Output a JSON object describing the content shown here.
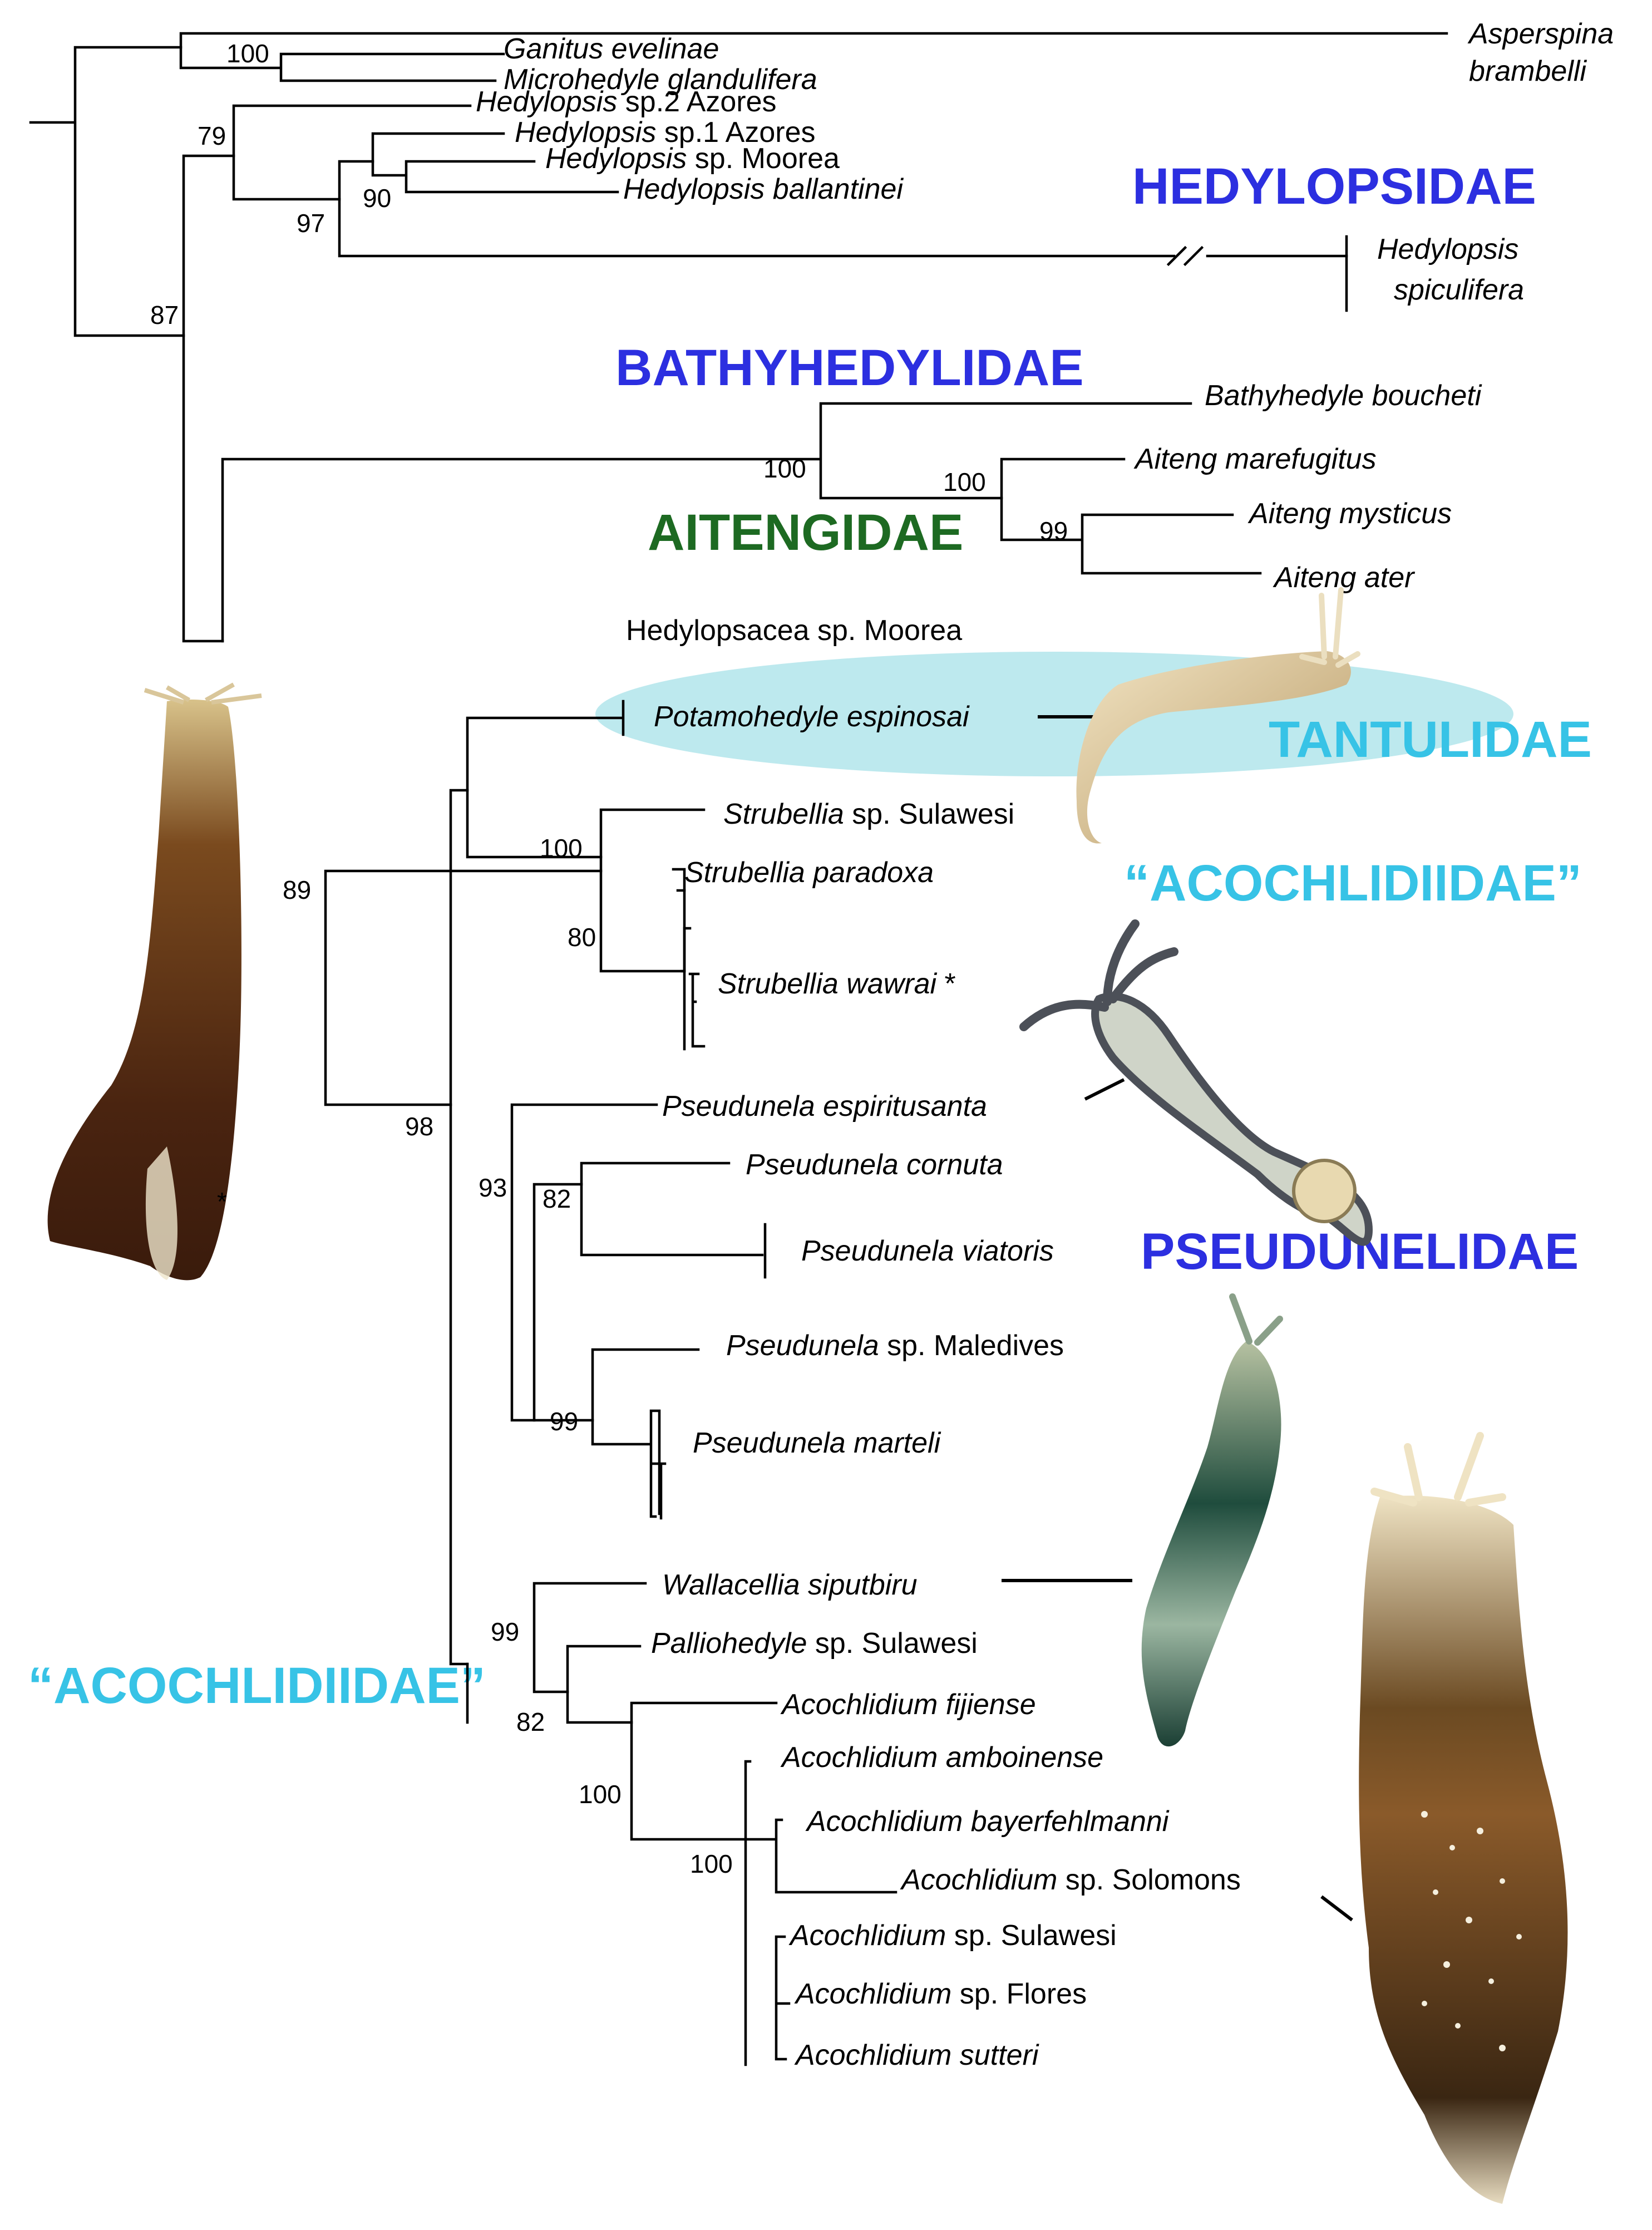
{
  "taxa": [
    {
      "id": "asperspina",
      "parts": [
        {
          "t": "Asperspina",
          "i": true
        }
      ]
    },
    {
      "id": "asperspina2",
      "parts": [
        {
          "t": "brambelli",
          "i": true
        }
      ]
    },
    {
      "id": "ganitus",
      "parts": [
        {
          "t": "Ganitus evelinae",
          "i": true
        }
      ]
    },
    {
      "id": "microhedyle",
      "parts": [
        {
          "t": "Microhedyle glandulifera",
          "i": true
        }
      ]
    },
    {
      "id": "hsp2",
      "parts": [
        {
          "t": "Hedylopsis",
          "i": true
        },
        {
          "t": " sp.2 Azores",
          "i": false
        }
      ]
    },
    {
      "id": "hsp1",
      "parts": [
        {
          "t": "Hedylopsis",
          "i": true
        },
        {
          "t": " sp.1 Azores",
          "i": false
        }
      ]
    },
    {
      "id": "hmoorea",
      "parts": [
        {
          "t": "Hedylopsis",
          "i": true
        },
        {
          "t": " sp. Moorea",
          "i": false
        }
      ]
    },
    {
      "id": "hballantinei",
      "parts": [
        {
          "t": "Hedylopsis ballantinei",
          "i": true
        }
      ]
    },
    {
      "id": "hspiculifera",
      "parts": [
        {
          "t": "Hedylopsis",
          "i": true
        }
      ]
    },
    {
      "id": "hspiculifera2",
      "parts": [
        {
          "t": "spiculifera",
          "i": true
        }
      ]
    },
    {
      "id": "bathyhedyle",
      "parts": [
        {
          "t": "Bathyhedyle boucheti",
          "i": true
        }
      ]
    },
    {
      "id": "amarefugitus",
      "parts": [
        {
          "t": "Aiteng marefugitus",
          "i": true
        }
      ]
    },
    {
      "id": "amysticus",
      "parts": [
        {
          "t": "Aiteng mysticus",
          "i": true
        }
      ]
    },
    {
      "id": "aater",
      "parts": [
        {
          "t": "Aiteng ater",
          "i": true
        }
      ]
    },
    {
      "id": "hedylopsacea",
      "parts": [
        {
          "t": "Hedylopsacea sp. Moorea",
          "i": false
        }
      ]
    },
    {
      "id": "potamohedyle",
      "parts": [
        {
          "t": "Potamohedyle espinosai",
          "i": true
        }
      ]
    },
    {
      "id": "ssulawesi",
      "parts": [
        {
          "t": "Strubellia",
          "i": true
        },
        {
          "t": " sp. Sulawesi",
          "i": false
        }
      ]
    },
    {
      "id": "sparadoxa",
      "parts": [
        {
          "t": "Strubellia paradoxa",
          "i": true
        }
      ]
    },
    {
      "id": "swawrai",
      "parts": [
        {
          "t": "Strubellia wawrai",
          "i": true
        },
        {
          "t": " *",
          "i": false
        }
      ]
    },
    {
      "id": "pespiritusanta",
      "parts": [
        {
          "t": "Pseudunela espiritusanta",
          "i": true
        }
      ]
    },
    {
      "id": "pcornuta",
      "parts": [
        {
          "t": "Pseudunela cornuta",
          "i": true
        }
      ]
    },
    {
      "id": "pviatoris",
      "parts": [
        {
          "t": "Pseudunela viatoris",
          "i": true
        }
      ]
    },
    {
      "id": "pmaledives",
      "parts": [
        {
          "t": "Pseudunela",
          "i": true
        },
        {
          "t": " sp. Maledives",
          "i": false
        }
      ]
    },
    {
      "id": "pmarteli",
      "parts": [
        {
          "t": "Pseudunela marteli",
          "i": true
        }
      ]
    },
    {
      "id": "wallacellia",
      "parts": [
        {
          "t": "Wallacellia siputbiru",
          "i": true
        }
      ]
    },
    {
      "id": "palliohedyle",
      "parts": [
        {
          "t": "Palliohedyle",
          "i": true
        },
        {
          "t": " sp. Sulawesi",
          "i": false
        }
      ]
    },
    {
      "id": "afijiense",
      "parts": [
        {
          "t": "Acochlidium fijiense",
          "i": true
        }
      ]
    },
    {
      "id": "aamboinense",
      "parts": [
        {
          "t": "Acochlidium amboinense",
          "i": true
        }
      ]
    },
    {
      "id": "abayerfehlmanni",
      "parts": [
        {
          "t": "Acochlidium bayerfehlmanni",
          "i": true
        }
      ]
    },
    {
      "id": "asolomons",
      "parts": [
        {
          "t": "Acochlidium",
          "i": true
        },
        {
          "t": " sp. Solomons",
          "i": false
        }
      ]
    },
    {
      "id": "asulawesi",
      "parts": [
        {
          "t": "Acochlidium",
          "i": true
        },
        {
          "t": " sp. Sulawesi",
          "i": false
        }
      ]
    },
    {
      "id": "aflores",
      "parts": [
        {
          "t": "Acochlidium",
          "i": true
        },
        {
          "t": " sp. Flores",
          "i": false
        }
      ]
    },
    {
      "id": "asutteri",
      "parts": [
        {
          "t": "Acochlidium sutteri",
          "i": true
        }
      ]
    }
  ],
  "supports": [
    "100",
    "79",
    "90",
    "97",
    "87",
    "100",
    "100",
    "99",
    "89",
    "100",
    "80",
    "98",
    "93",
    "82",
    "99",
    "99",
    "82",
    "100",
    "100"
  ],
  "families": [
    {
      "id": "hedylopsidae",
      "label": "HEDYLOPSIDAE",
      "color": "#2c2fe0"
    },
    {
      "id": "bathyhedylidae",
      "label": "BATHYHEDYLIDAE",
      "color": "#2c2fe0"
    },
    {
      "id": "aitengidae",
      "label": "AITENGIDAE",
      "color": "#1d6a22"
    },
    {
      "id": "tantulidae",
      "label": "TANTULIDAE",
      "color": "#37c3e6"
    },
    {
      "id": "acochlidiidae_right",
      "label": "“ACOCHLIDIIDAE”",
      "color": "#37c3e6"
    },
    {
      "id": "pseudunelidae",
      "label": "PSEUDUNELIDAE",
      "color": "#2c2fe0"
    },
    {
      "id": "acochlidiidae_left",
      "label": "“ACOCHLIDIIDAE”",
      "color": "#37c3e6"
    }
  ],
  "photo_marks": [
    "*"
  ],
  "highlight_color": "#bde9ee",
  "photos": [
    {
      "id": "photo-left-slug",
      "icon": "brown-slug-photo"
    },
    {
      "id": "photo-tantulidae-slug",
      "icon": "tan-slug-photo"
    },
    {
      "id": "photo-strubellia-slug",
      "icon": "grey-slug-photo"
    },
    {
      "id": "photo-pseudunela-slug",
      "icon": "green-slug-photo"
    },
    {
      "id": "photo-acochlidium-slug",
      "icon": "spotted-slug-photo"
    }
  ]
}
